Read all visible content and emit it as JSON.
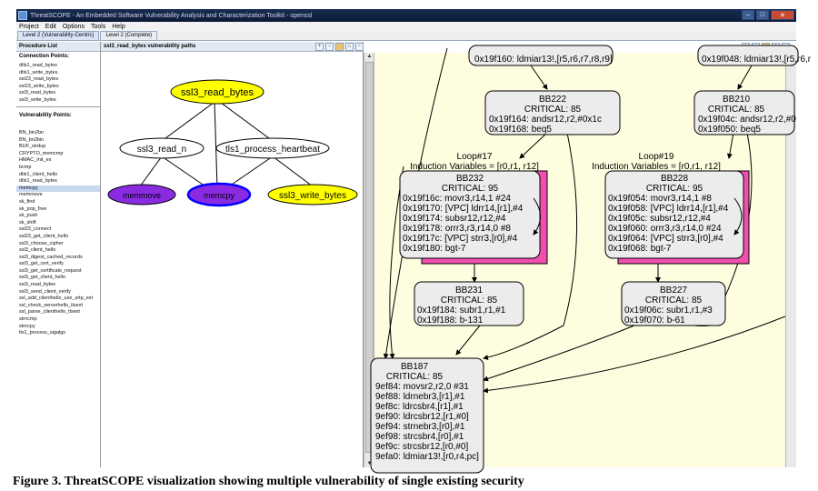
{
  "window": {
    "title": "ThreatSCOPE - An Embedded Software Vulnerability Analysis and Characterization Toolkit - openssl",
    "controls": [
      "–",
      "□",
      "✕"
    ]
  },
  "menu": [
    "Project",
    "Edit",
    "Options",
    "Tools",
    "Help"
  ],
  "tabs": [
    "Level 2 (Vulnerability-Centric)",
    "Level 2 (Complete)"
  ],
  "left_panel": {
    "title": "Procedure List",
    "connection_header": "Connection Points:",
    "connection_points": [
      "dtls1_read_bytes",
      "dtls1_write_bytes",
      "ssl23_read_bytes",
      "ssl23_write_bytes",
      "ssl3_read_bytes",
      "ssl3_write_bytes"
    ],
    "vulnerability_header": "Vulnerability Points:",
    "vulnerability_points": [
      "BN_bin2bn",
      "BN_bn2bin",
      "BUF_strdup",
      "CRYPTO_memcmp",
      "HMAC_Init_ex",
      "bcmp",
      "dtls1_client_hello",
      "dtls1_read_bytes",
      "memcpy",
      "memmove",
      "sk_find",
      "sk_pop_free",
      "sk_push",
      "sk_shift",
      "ssl23_connect",
      "ssl23_get_client_hello",
      "ssl3_choose_cipher",
      "ssl3_client_hello",
      "ssl3_digest_cached_records",
      "ssl3_get_cert_verify",
      "ssl3_get_certificate_request",
      "ssl3_get_client_hello",
      "ssl3_read_bytes",
      "ssl3_send_client_verify",
      "ssl_add_clienthello_use_srtp_ext",
      "ssl_check_serverhello_tlsext",
      "ssl_parse_clienthello_tlsext",
      "strncmp",
      "strncpy",
      "tls1_process_sigalgs"
    ],
    "selected": "memcpy"
  },
  "middle_panel": {
    "title": "ssl3_read_bytes vulnerability paths",
    "nodes": {
      "root": "ssl3_read_bytes",
      "read_n": "ssl3_read_n",
      "heartbeat": "tls1_process_heartbeat",
      "memmove": "memmove",
      "memcpy": "memcpy",
      "write_bytes": "ssl3_write_bytes"
    },
    "colors": {
      "yellow": "#ffff00",
      "purple": "#8a2be2",
      "white": "#ffffff"
    }
  },
  "cfg": {
    "top_left_instr": "0x19f160: ldmiar13!,[r5,r6,r7,r8,r9]",
    "top_right_instr": "0x19f048: ldmiar13!,[r5,r6,r",
    "bb222": {
      "name": "BB222",
      "crit": "CRITICAL: 85",
      "lines": [
        "0x19f164: andsr12,r2,#0x1c",
        "0x19f168: beq5"
      ]
    },
    "bb210": {
      "name": "BB210",
      "crit": "CRITICAL: 85",
      "lines": [
        "0x19f04c: andsr12,r2,#0",
        "0x19f050: beq5"
      ]
    },
    "loop17": {
      "title": "Loop#17",
      "vars": "Induction Variables = [r0,r1, r12]"
    },
    "loop19": {
      "title": "Loop#19",
      "vars": "Induction Variables = [r0,r1, r12]"
    },
    "bb232": {
      "name": "BB232",
      "crit": "CRITICAL: 95",
      "lines": [
        "0x19f16c: movr3,r14,1 #24",
        "0x19f170: [VPC] ldrr14,[r1],#4",
        "0x19f174: subsr12,r12,#4",
        "0x19f178: orrr3,r3,r14,0 #8",
        "0x19f17c: [VPC] strr3,[r0],#4",
        "0x19f180: bgt-7"
      ]
    },
    "bb228": {
      "name": "BB228",
      "crit": "CRITICAL: 95",
      "lines": [
        "0x19f054: movr3,r14,1 #8",
        "0x19f058: [VPC] ldrr14,[r1],#4",
        "0x19f05c: subsr12,r12,#4",
        "0x19f060: orrr3,r3,r14,0 #24",
        "0x19f064: [VPC] strr3,[r0],#4",
        "0x19f068: bgt-7"
      ]
    },
    "bb231": {
      "name": "BB231",
      "crit": "CRITICAL: 85",
      "lines": [
        "0x19f184: subr1,r1,#1",
        "0x19f188: b-131"
      ]
    },
    "bb227": {
      "name": "BB227",
      "crit": "CRITICAL: 85",
      "lines": [
        "0x19f06c: subr1,r1,#3",
        "0x19f070: b-61"
      ]
    },
    "bb187": {
      "name": "BB187",
      "crit": "CRITICAL: 85",
      "lines": [
        "9ef84: movsr2,r2,0 #31",
        "9ef88: ldrnebr3,[r1],#1",
        "9ef8c: ldrcsbr4,[r1],#1",
        "9ef90: ldrcsbr12,[r1,#0]",
        "9ef94: strnebr3,[r0],#1",
        "9ef98: strcsbr4,[r0],#1",
        "9ef9c: strcsbr12,[r0,#0]",
        "9efa0: ldmiar13!,[r0,r4,pc]"
      ]
    },
    "colors": {
      "canvas": "#fffde0",
      "node": "#ececec",
      "loop_fill": "#f04fb0"
    }
  },
  "caption": "Figure 3. ThreatSCOPE visualization showing multiple vulnerability of single existing security"
}
